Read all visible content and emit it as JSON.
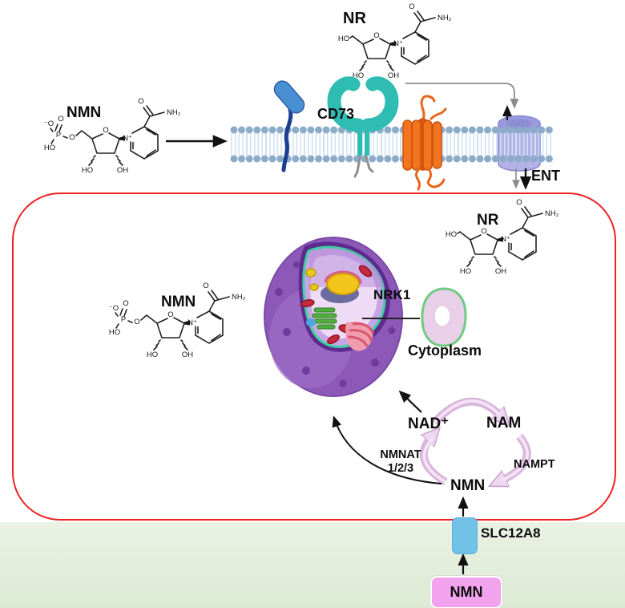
{
  "top_section": {
    "nmn_label": "NMN",
    "nr_label": "NR",
    "cd73_label": "CD73",
    "ent_label": "ENT"
  },
  "cell_interior": {
    "nmn_label": "NMN",
    "nr_label": "NR",
    "nrk1_label": "NRK1",
    "cytoplasm_label": "Cytoplasm",
    "cycle": {
      "nad": "NAD⁺",
      "nam": "NAM",
      "nmn": "NMN",
      "nmnat_line1": "NMNAT",
      "nmnat_line2": "1/2/3",
      "nampt": "NAMPT"
    }
  },
  "bottom_section": {
    "transporter_label": "SLC12A8",
    "nmn_box_label": "NMN"
  },
  "chem": {
    "o": "O",
    "nh2": "NH₂",
    "n_plus": "N⁺",
    "ho": "HO",
    "oh": "OH",
    "p": "P",
    "o_minus": "⁻O"
  },
  "colors": {
    "red_border": "#ee2222",
    "bg_green": "#dcead3",
    "bg_green_light": "#eaf2e4",
    "lipid_head": "#8cabc9",
    "lipid_tail": "#cfe2f1",
    "cd73_teal": "#2fbdb3",
    "rod_blue": "#4a8fd4",
    "rod_tail_blue": "#1c3e8e",
    "orange_protein": "#f4731f",
    "ent_lavender": "#b2b2e6",
    "ent_lavender_dark": "#9a9ade",
    "cycle_pink": "#d9b5db",
    "cycle_pink_light": "#f3e3f4",
    "slc_blue": "#72c2e7",
    "nmn_pink": "#f1a3ee",
    "cell_purple": "#8d59b8",
    "cytoplasm_pink": "#e9cfe8",
    "cytoplasm_green_rim": "#6fcb82"
  }
}
